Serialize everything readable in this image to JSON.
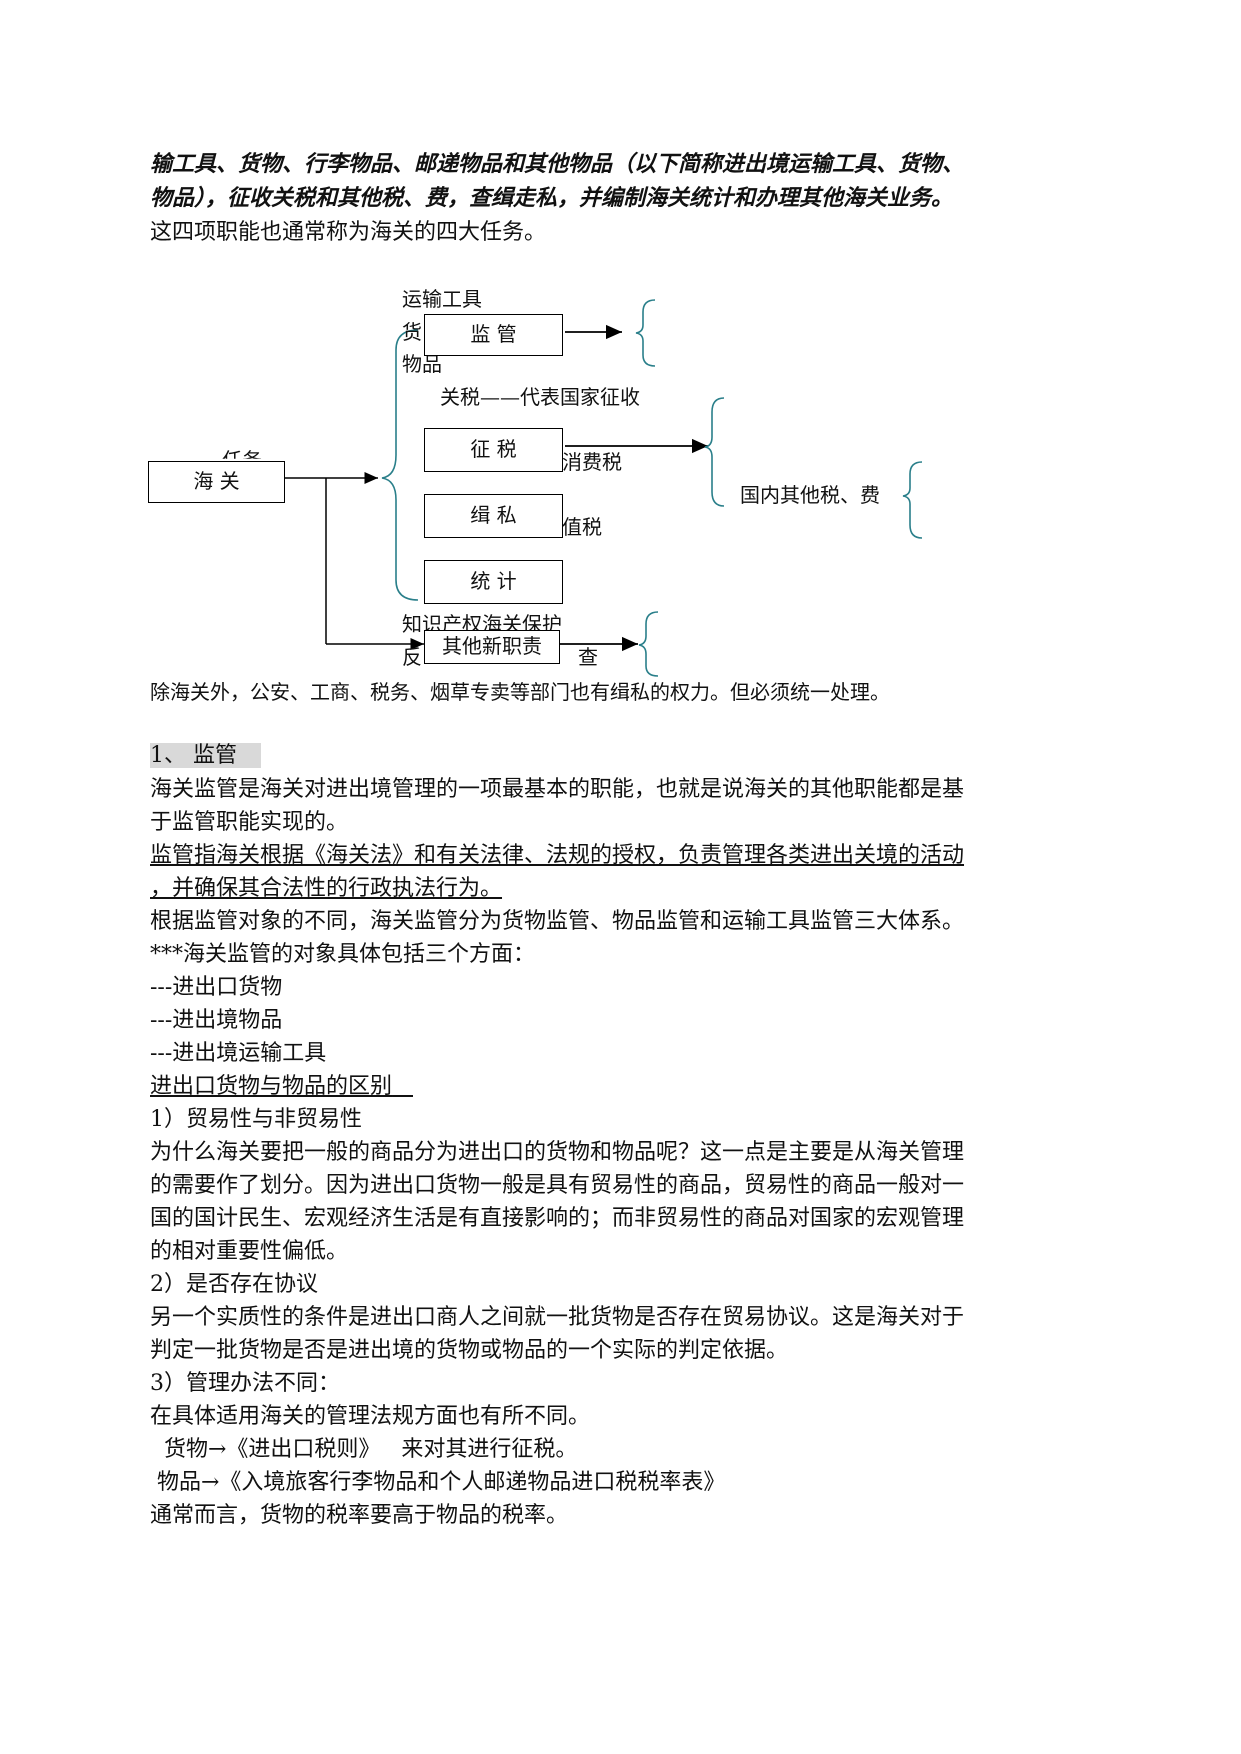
{
  "intro": {
    "line1": "输工具、货物、行李物品、邮递物品和其他物品（以下简称进出境运输工具、货物、",
    "line2": "物品），征收关税和其他税、费，查缉走私，并编制海关统计和办理其他海关业务。",
    "line3": "这四项职能也通常称为海关的四大任务。"
  },
  "diagram": {
    "root": "海 关",
    "root_overlap": "任务",
    "tasks": {
      "supervise": "监 管",
      "tax": "征 税",
      "smuggling": "缉 私",
      "stats": "统 计",
      "other": "其他新职责"
    },
    "labels": {
      "transport": "运输工具",
      "goods": "货",
      "articles": "物品",
      "tariff": "关税——代表国家征收",
      "consumption_tax": "消费税",
      "vat": "值税",
      "domestic": "国内其他税、费",
      "ip": "知识产权海关保护",
      "anti": "反",
      "anti_tail": "查"
    }
  },
  "note": "除海关外，公安、工商、税务、烟草专卖等部门也有缉私的权力。但必须统一处理。",
  "section": {
    "heading": "1、 监管",
    "p1a": "海关监管是海关对进出境管理的一项最基本的职能，也就是说海关的其他职能都是基",
    "p1b": "于监管职能实现的。",
    "def_a": "监管指海关根据《海关法》和有关法律、法规的授权，负责管理各类进出关境的活动",
    "def_b": "，并确保其合法性的行政执法行为。",
    "p2": "根据监管对象的不同，海关监管分为货物监管、物品监管和运输工具监管三大体系。",
    "p3": " ***海关监管的对象具体包括三个方面：",
    "obj1": "---进出口货物",
    "obj2": "---进出境物品",
    "obj3": "---进出境运输工具",
    "diff_heading": "进出口货物与物品的区别",
    "d1_title": "1）贸易性与非贸易性",
    "d1_a": "为什么海关要把一般的商品分为进出口的货物和物品呢？这一点是主要是从海关管理",
    "d1_b": "的需要作了划分。因为进出口货物一般是具有贸易性的商品，贸易性的商品一般对一",
    "d1_c": "国的国计民生、宏观经济生活是有直接影响的；而非贸易性的商品对国家的宏观管理",
    "d1_d": "的相对重要性偏低。",
    "d2_title": "2）是否存在协议",
    "d2_a": "另一个实质性的条件是进出口商人之间就一批货物是否存在贸易协议。这是海关对于",
    "d2_b": "判定一批货物是否是进出境的货物或物品的一个实际的判定依据。",
    "d3_title": "3）管理办法不同：",
    "d3_a": "在具体适用海关的管理法规方面也有所不同。",
    "d3_b": "  货物→《进出口税则》   来对其进行征税。",
    "d3_c": " 物品→《入境旅客行李物品和个人邮递物品进口税税率表》",
    "d3_d": "通常而言，货物的税率要高于物品的税率。"
  }
}
